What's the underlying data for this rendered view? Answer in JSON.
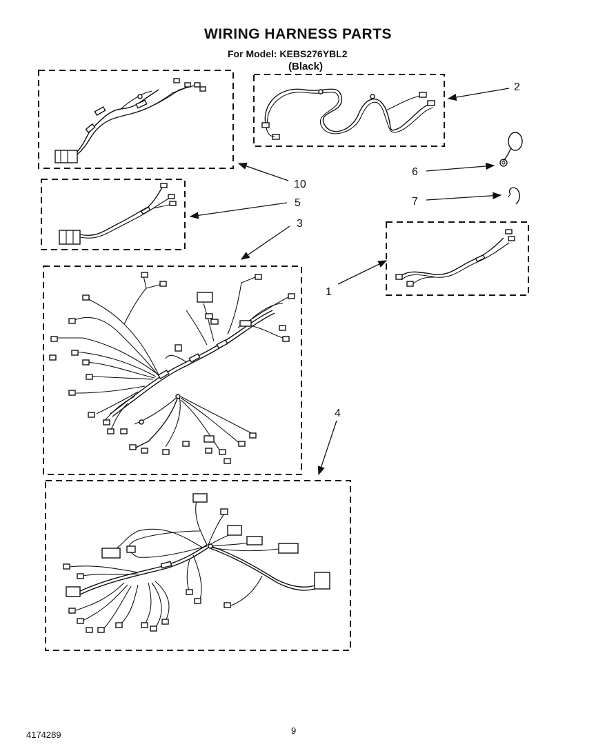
{
  "header": {
    "title": "WIRING HARNESS PARTS",
    "model_line": "For Model: KEBS276YBL2",
    "color_line": "(Black)"
  },
  "callouts": {
    "c1": "1",
    "c2": "2",
    "c3": "3",
    "c4": "4",
    "c5": "5",
    "c6": "6",
    "c7": "7",
    "c10": "10"
  },
  "footer": {
    "doc_number": "4174289",
    "page_number": "9"
  }
}
